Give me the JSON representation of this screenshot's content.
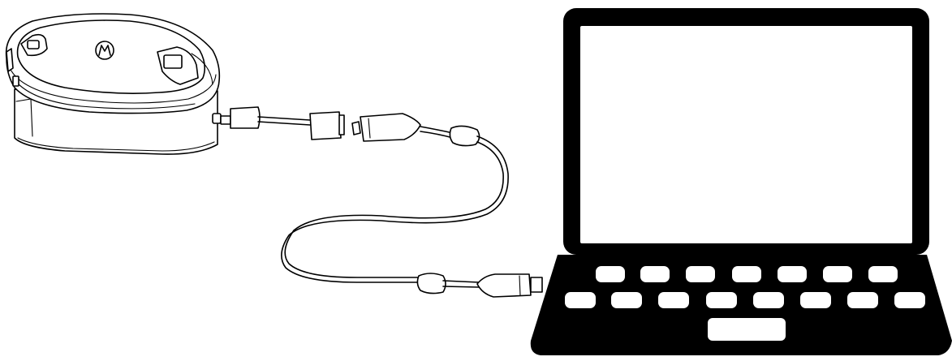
{
  "figure": {
    "elements": [
      {
        "id": "charger",
        "icon": "charging-cradle-icon"
      },
      {
        "id": "usb-adapter",
        "icon": "usb-adapter-icon"
      },
      {
        "id": "usb-cable",
        "icon": "usb-cable-icon"
      },
      {
        "id": "laptop",
        "icon": "laptop-icon"
      }
    ],
    "colors": {
      "line": "#000000",
      "background": "#ffffff"
    }
  }
}
